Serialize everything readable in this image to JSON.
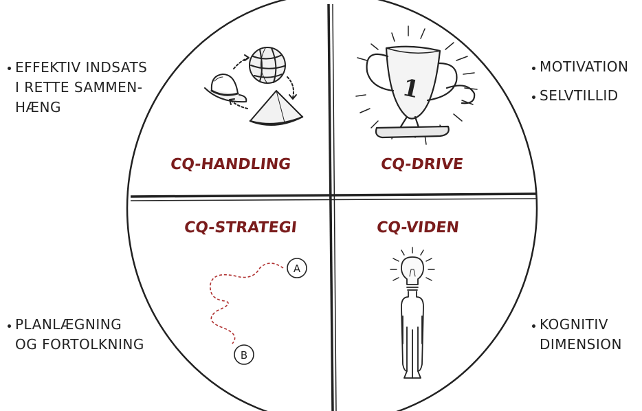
{
  "colors": {
    "title": "#7a1c1c",
    "ink": "#222222",
    "path": "#b03030"
  },
  "quadrants": {
    "top_left": {
      "title": "CQ-HANDLING",
      "icon": "hats-icon",
      "note_lines": [
        "EFFEKTIV INDSATS",
        "I RETTE SAMMEN-",
        "HÆNG"
      ]
    },
    "top_right": {
      "title": "CQ-DRIVE",
      "icon": "trophy-icon",
      "notes": [
        "MOTIVATION",
        "SELVTILLID"
      ],
      "trophy_number": "1"
    },
    "bottom_left": {
      "title": "CQ-STRATEGI",
      "icon": "route-icon",
      "note_lines": [
        "PLANLÆGNING",
        "OG FORTOLKNING"
      ],
      "marker_start": "A",
      "marker_end": "B"
    },
    "bottom_right": {
      "title": "CQ-VIDEN",
      "icon": "lightbulb-person-icon",
      "note_lines": [
        "KOGNITIV",
        "DIMENSION"
      ]
    }
  }
}
